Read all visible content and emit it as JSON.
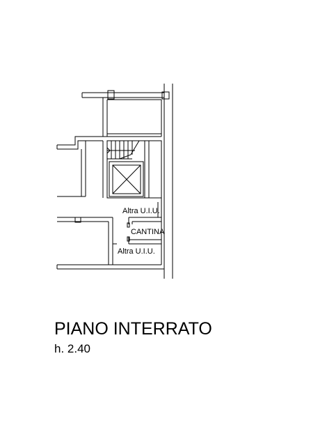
{
  "plan": {
    "rooms": {
      "altra_uiu_upper": "Altra U.I.U.",
      "cantina": "CANTINA",
      "altra_uiu_lower": "Altra U.I.U."
    }
  },
  "caption": {
    "title": "PIANO INTERRATO",
    "height": "h. 2.40"
  }
}
